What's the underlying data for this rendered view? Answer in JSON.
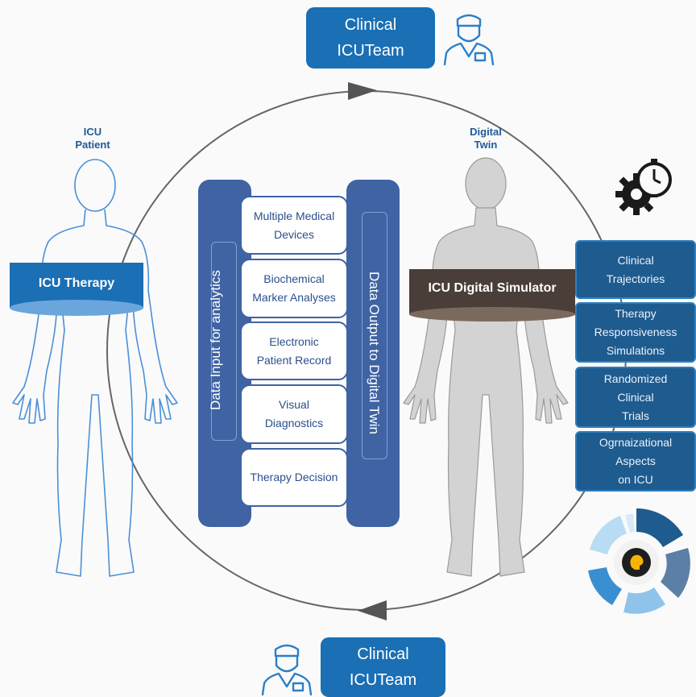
{
  "team_top": {
    "line1": "Clinical",
    "line2": "ICUTeam"
  },
  "team_bottom": {
    "line1": "Clinical",
    "line2": "ICUTeam"
  },
  "patient_label": {
    "line1": "ICU",
    "line2": "Patient"
  },
  "twin_label": {
    "line1": "Digital",
    "line2": "Twin"
  },
  "therapy_band": "ICU Therapy",
  "simulator_band": "ICU Digital Simulator",
  "input_column": "Data Input for analytics",
  "output_column": "Data Output to Digital Twin",
  "cards": [
    {
      "line1": "Multiple Medical",
      "line2": "Devices"
    },
    {
      "line1": "Biochemical",
      "line2": "Marker Analyses"
    },
    {
      "line1": "Electronic",
      "line2": "Patient Record"
    },
    {
      "line1": "Visual",
      "line2": "Diagnostics"
    },
    {
      "line1": "Therapy Decision",
      "line2": ""
    }
  ],
  "outputs": [
    {
      "line1": "Clinical",
      "line2": "Trajectories",
      "line3": ""
    },
    {
      "line1": "Therapy",
      "line2": "Responsiveness",
      "line3": "Simulations"
    },
    {
      "line1": "Randomized",
      "line2": "Clinical",
      "line3": "Trials"
    },
    {
      "line1": "Ogrnaizational",
      "line2": "Aspects",
      "line3": "on ICU"
    }
  ],
  "colors": {
    "team_blue": "#1a6fb5",
    "column_blue": "#3f63a3",
    "therapy_band": "#1a6fb5",
    "simulator_band": "#4a3f38",
    "output_box": "#1e5b8f",
    "twin_body": "#d3d3d3",
    "patient_outline": "#4a90d9"
  },
  "icons": [
    "doctor-icon",
    "gear-stopwatch-icon",
    "ai-brain-icon"
  ]
}
